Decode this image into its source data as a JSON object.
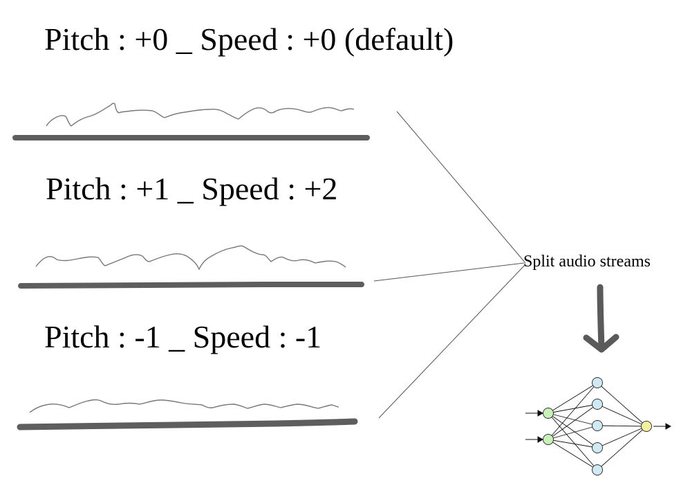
{
  "streams": [
    {
      "label": "Pitch : +0 _ Speed : +0 (default)"
    },
    {
      "label": "Pitch : +1 _ Speed : +2"
    },
    {
      "label": "Pitch : -1 _ Speed : -1"
    }
  ],
  "split_label": "Split audio streams",
  "colors": {
    "bar": "#5e5e5e",
    "waveform": "#777777",
    "connector": "#555555",
    "arrow": "#5a5a5a",
    "input_node": "#c9f0b8",
    "hidden_node": "#cfe9f5",
    "output_node": "#f3f0a0"
  },
  "icons": {
    "down_arrow": "down-arrow-icon",
    "network": "neural-network-icon"
  }
}
